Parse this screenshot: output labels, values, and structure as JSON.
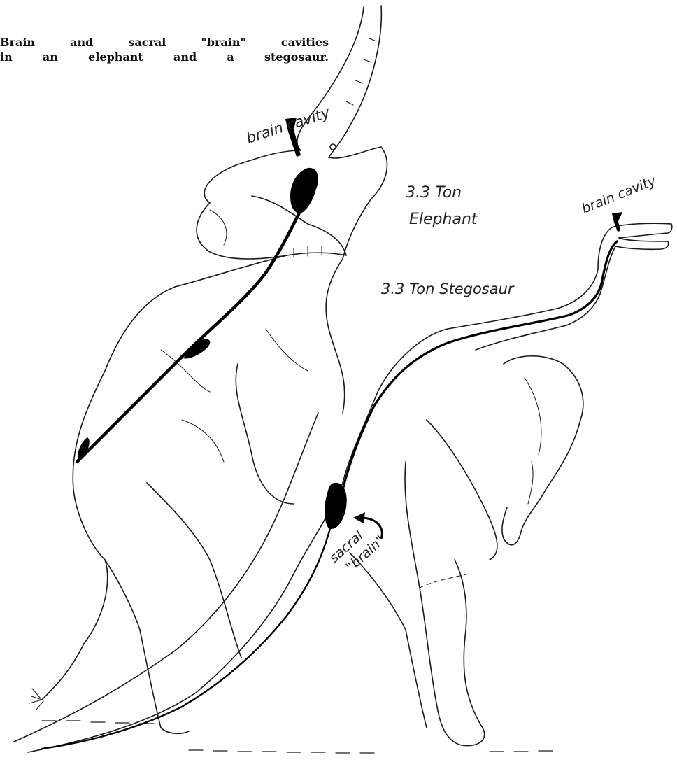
{
  "caption": {
    "line1": "Brain and sacral \"brain\" cavities",
    "line2": "in an elephant and a stegosaur."
  },
  "labels": {
    "elephant_brain": "brain cavity",
    "stegosaur_brain": "brain cavity",
    "elephant_weight": "3.3 Ton",
    "elephant_name": "Elephant",
    "stegosaur": "3.3 Ton Stegosaur",
    "sacral_1": "sacral",
    "sacral_2": "\"brain\""
  }
}
